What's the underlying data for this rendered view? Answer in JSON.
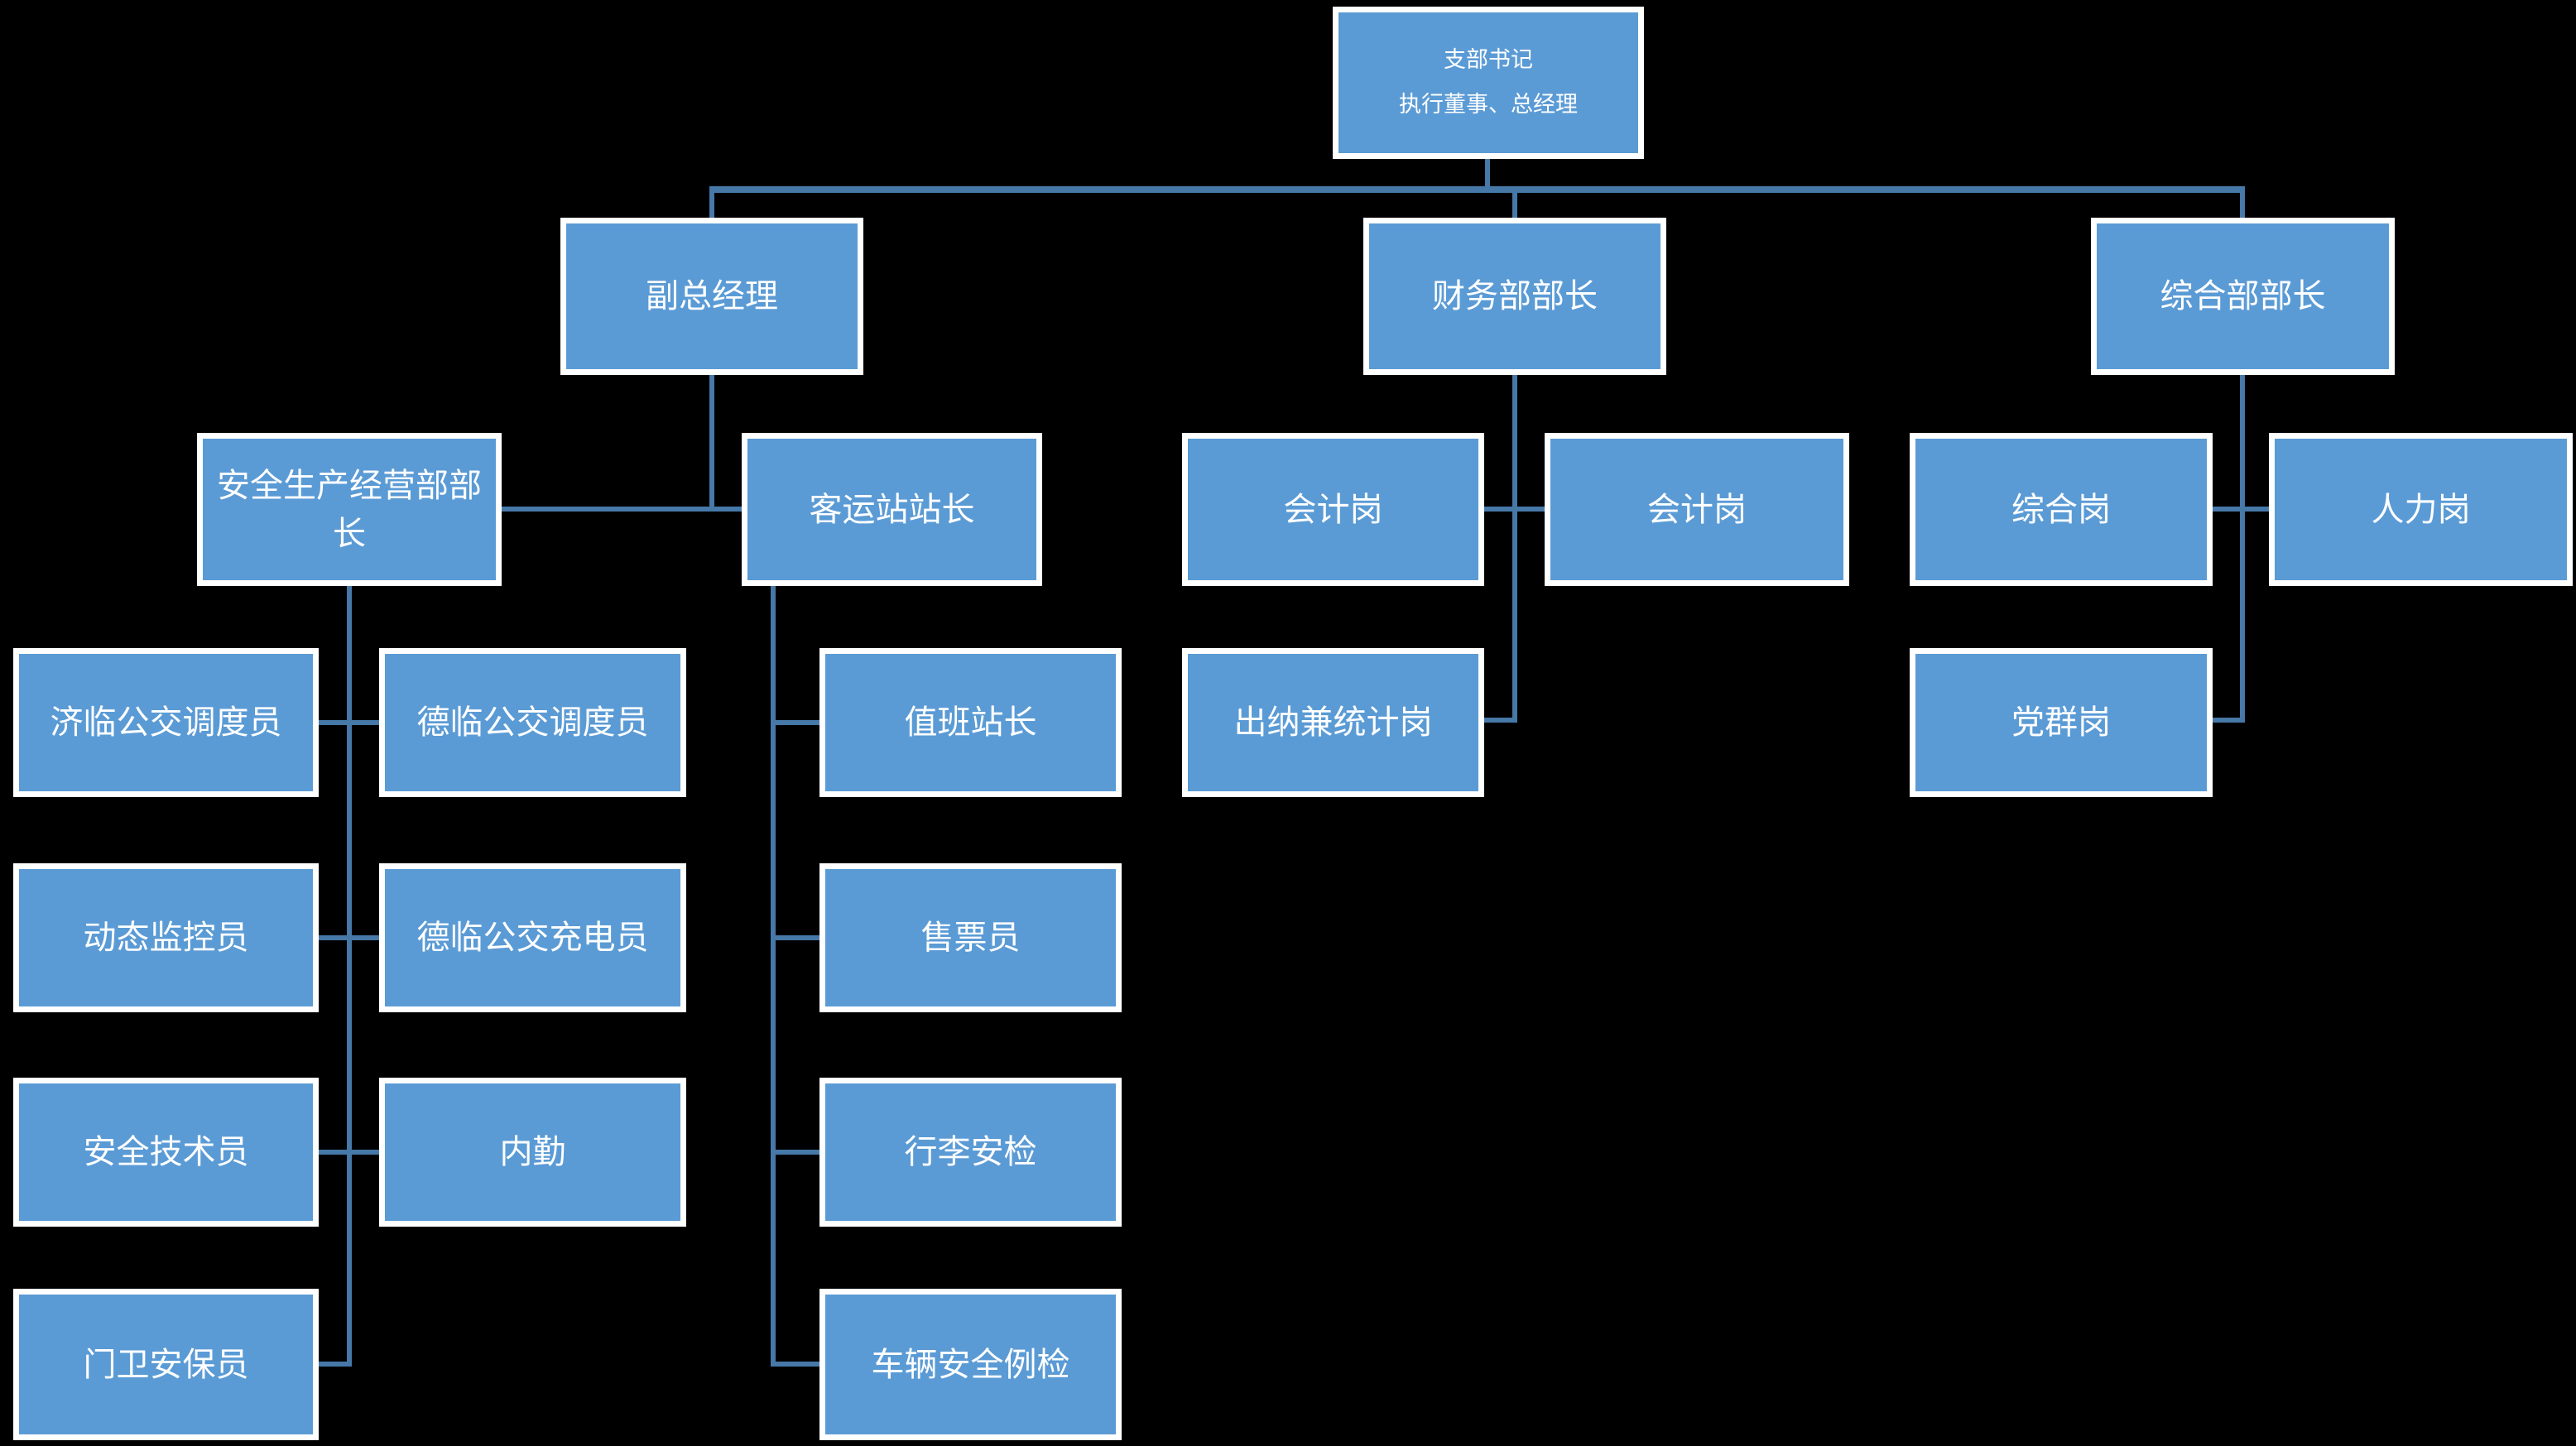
{
  "diagram": {
    "type": "org-chart",
    "background": "#000000",
    "box_fill": "#5B9BD5",
    "box_border": "#FFFFFF",
    "text_color": "#FFFFFF",
    "connector_color": "#4678A8"
  },
  "nodes": {
    "root_line1": "支部书记",
    "root_line2": "执行董事、总经理",
    "vice_gm": "副总经理",
    "finance_head": "财务部部长",
    "general_head": "综合部部长",
    "safety_head": "安全生产经营部部长",
    "station_master": "客运站站长",
    "accounting_1": "会计岗",
    "accounting_2": "会计岗",
    "general_post": "综合岗",
    "hr_post": "人力岗",
    "jilin_dispatcher": "济临公交调度员",
    "delin_dispatcher": "德临公交调度员",
    "duty_station_master": "值班站长",
    "cashier_statistics": "出纳兼统计岗",
    "party_post": "党群岗",
    "dynamic_monitor": "动态监控员",
    "delin_charger": "德临公交充电员",
    "ticket_seller": "售票员",
    "safety_technician": "安全技术员",
    "office_clerk": "内勤",
    "baggage_security": "行李安检",
    "gate_guard": "门卫安保员",
    "vehicle_inspection": "车辆安全例检"
  },
  "edges": [
    {
      "from": "root",
      "to": "vice_gm"
    },
    {
      "from": "root",
      "to": "finance_head"
    },
    {
      "from": "root",
      "to": "general_head"
    },
    {
      "from": "vice_gm",
      "to": "safety_head"
    },
    {
      "from": "vice_gm",
      "to": "station_master"
    },
    {
      "from": "safety_head",
      "to": "jilin_dispatcher"
    },
    {
      "from": "safety_head",
      "to": "delin_dispatcher"
    },
    {
      "from": "safety_head",
      "to": "dynamic_monitor"
    },
    {
      "from": "safety_head",
      "to": "delin_charger"
    },
    {
      "from": "safety_head",
      "to": "safety_technician"
    },
    {
      "from": "safety_head",
      "to": "office_clerk"
    },
    {
      "from": "safety_head",
      "to": "gate_guard"
    },
    {
      "from": "station_master",
      "to": "duty_station_master"
    },
    {
      "from": "station_master",
      "to": "ticket_seller"
    },
    {
      "from": "station_master",
      "to": "baggage_security"
    },
    {
      "from": "station_master",
      "to": "vehicle_inspection"
    },
    {
      "from": "finance_head",
      "to": "accounting_1"
    },
    {
      "from": "finance_head",
      "to": "accounting_2"
    },
    {
      "from": "finance_head",
      "to": "cashier_statistics"
    },
    {
      "from": "general_head",
      "to": "general_post"
    },
    {
      "from": "general_head",
      "to": "hr_post"
    },
    {
      "from": "general_head",
      "to": "party_post"
    }
  ]
}
